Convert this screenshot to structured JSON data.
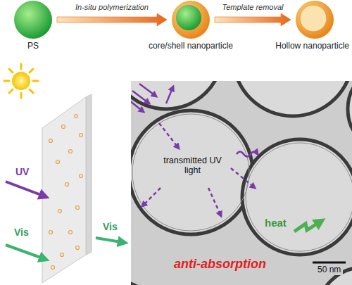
{
  "diagram": {
    "nodes": [
      {
        "text": [
          "PS"
        ]
      },
      {
        "text": [
          "core/shell nanoparticle"
        ]
      },
      {
        "text": [
          "Hollow nanoparticle"
        ]
      },
      {
        "text": [
          "transmitted UV light",
          "heat",
          "anti-absorption",
          "50 nm"
        ]
      }
    ],
    "edges": [
      {
        "from": 0,
        "to": 1,
        "arrow": "to",
        "label": "In-situ polymerization"
      },
      {
        "from": 1,
        "to": 2,
        "arrow": "to",
        "label": "Template removal"
      }
    ],
    "labels": [
      "UV",
      "Vis",
      "Vis"
    ]
  }
}
